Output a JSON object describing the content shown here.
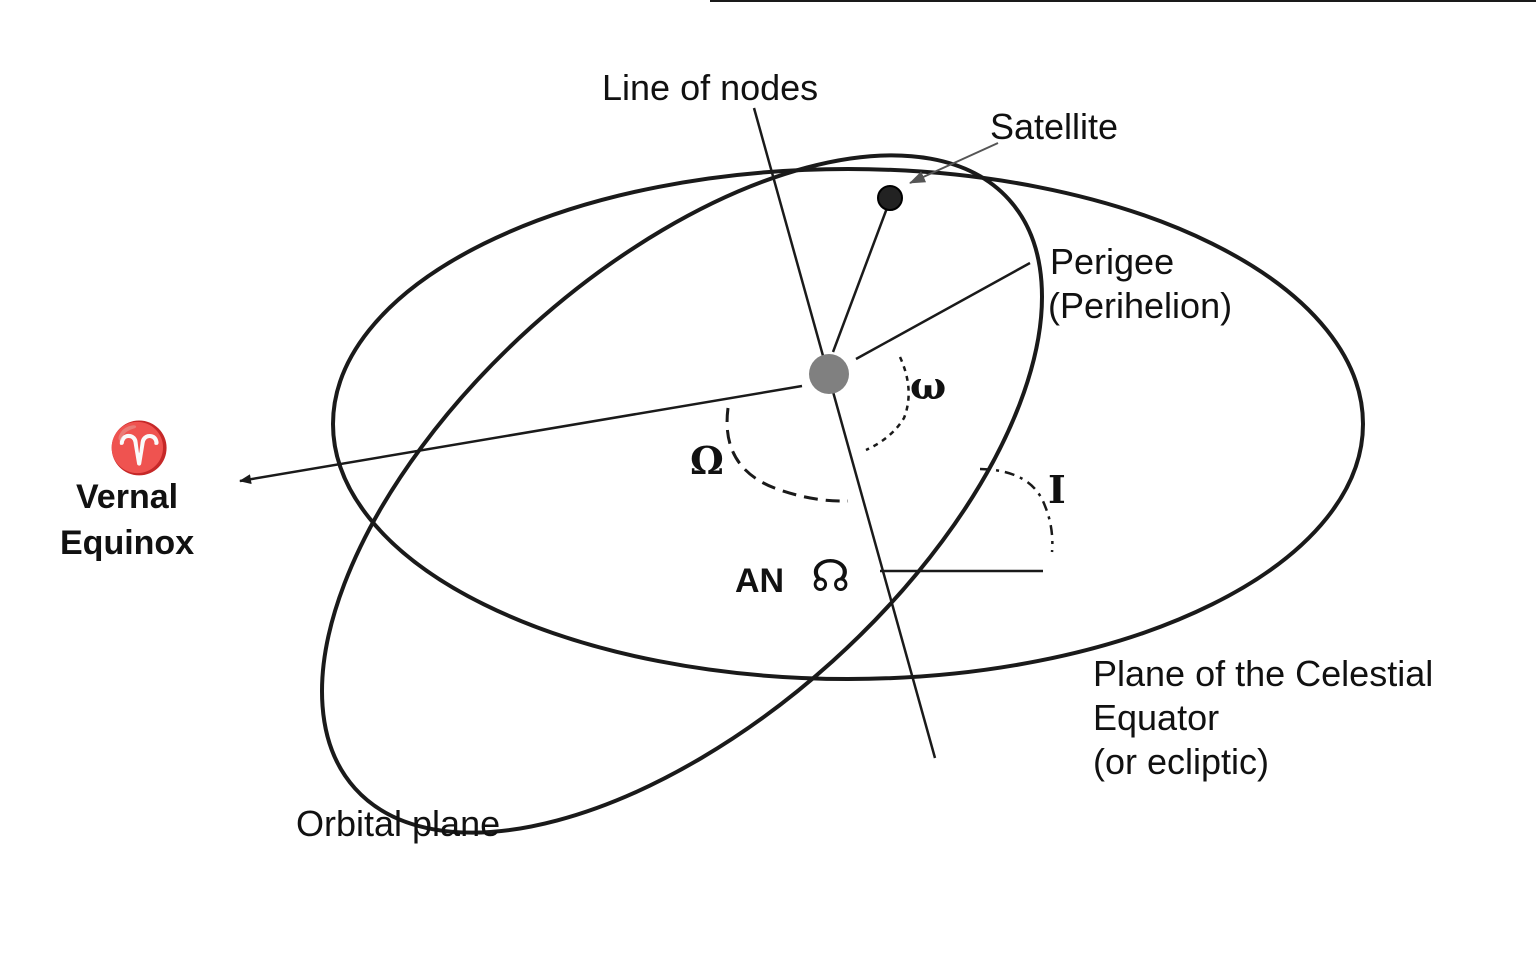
{
  "labels": {
    "line_of_nodes": "Line of nodes",
    "satellite": "Satellite",
    "perigee": "Perigee",
    "perihelion": "(Perihelion)",
    "vernal_symbol": "♈",
    "vernal": "Vernal",
    "equinox": "Equinox",
    "omega_small": "ω",
    "omega_capital": "Ω",
    "inclination": "I",
    "ascending_node": "AN",
    "ascending_node_symbol": "☊",
    "plane_line1": "Plane of the Celestial",
    "plane_line2": "Equator",
    "plane_line3": "(or ecliptic)",
    "orbital_plane": "Orbital plane"
  },
  "colors": {
    "stroke": "#1a1a1a",
    "central_body": "#808080",
    "satellite": "#222222",
    "background": "#ffffff"
  }
}
